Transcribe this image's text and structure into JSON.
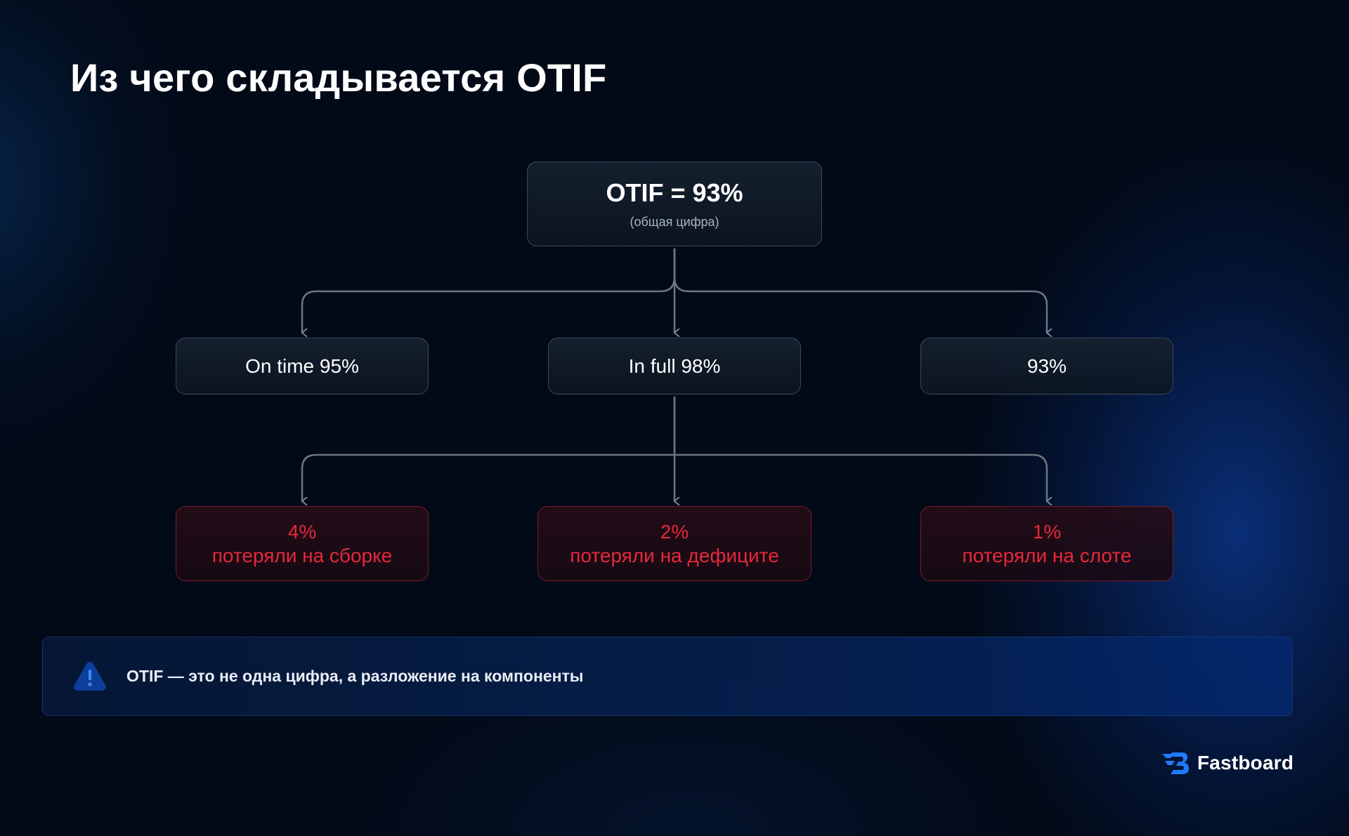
{
  "slide": {
    "title": "Из чего складывается OTIF"
  },
  "tree": {
    "root": {
      "main": "OTIF = 93%",
      "sub": "(общая цифра)"
    },
    "level1": [
      {
        "label": "On time 95%"
      },
      {
        "label": "In full 98%"
      },
      {
        "label": "93%"
      }
    ],
    "losses": [
      {
        "value": "4%",
        "label": "потеряли на сборке"
      },
      {
        "value": "2%",
        "label": "потеряли на дефиците"
      },
      {
        "value": "1%",
        "label": "потеряли на слоте"
      }
    ]
  },
  "callout": {
    "icon": "warning-icon",
    "text": "OTIF — это не одна цифра, а разложение на компоненты"
  },
  "brand": {
    "icon": "fastboard-logo-icon",
    "name": "Fastboard"
  },
  "colors": {
    "loss_accent": "#e5283a",
    "connector": "#6b7684",
    "brand_blue": "#1f7bff"
  }
}
